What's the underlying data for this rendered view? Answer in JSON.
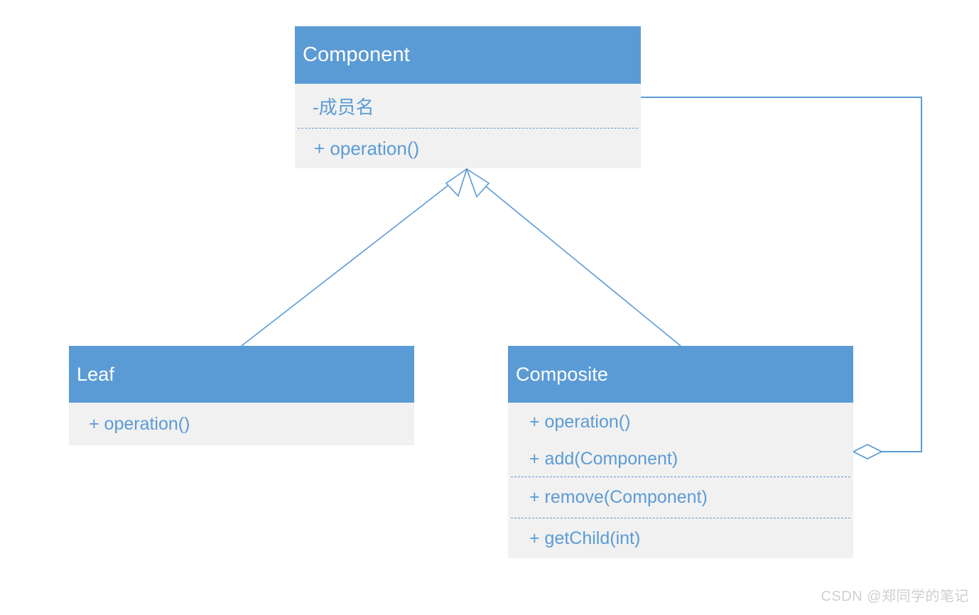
{
  "diagram": {
    "title": "Composite Pattern UML Class Diagram",
    "colors": {
      "header_blue": "#5B9BD5",
      "body_gray": "#F1F1F1",
      "line_blue": "#5B9BD5",
      "header_text": "#FFFFFF",
      "member_text": "#5B9BD5",
      "watermark_text": "#CFCFCF",
      "background": "#FFFFFF"
    },
    "classes": [
      {
        "id": "component",
        "name": "Component",
        "attributes": [
          {
            "visibility": "-",
            "label": "-成员名"
          }
        ],
        "operations": [
          {
            "visibility": "+",
            "label": "+  operation()"
          }
        ]
      },
      {
        "id": "leaf",
        "name": "Leaf",
        "attributes": [],
        "operations": [
          {
            "visibility": "+",
            "label": "+ operation()"
          }
        ]
      },
      {
        "id": "composite",
        "name": "Composite",
        "attributes": [],
        "operations": [
          {
            "visibility": "+",
            "label": "+ operation()"
          },
          {
            "visibility": "+",
            "label": "+ add(Component)"
          },
          {
            "visibility": "+",
            "label": "+ remove(Component)"
          },
          {
            "visibility": "+",
            "label": "+ getChild(int)"
          }
        ]
      }
    ],
    "relationships": [
      {
        "id": "leaf-inherits-component",
        "type": "generalization",
        "from": "Leaf",
        "to": "Component",
        "arrow": "hollow-triangle"
      },
      {
        "id": "composite-inherits-component",
        "type": "generalization",
        "from": "Composite",
        "to": "Component",
        "arrow": "hollow-triangle"
      },
      {
        "id": "composite-aggregates-component",
        "type": "aggregation",
        "from": "Composite",
        "to": "Component",
        "arrow": "hollow-diamond"
      }
    ]
  },
  "watermark": {
    "text": "CSDN @郑同学的笔记"
  }
}
